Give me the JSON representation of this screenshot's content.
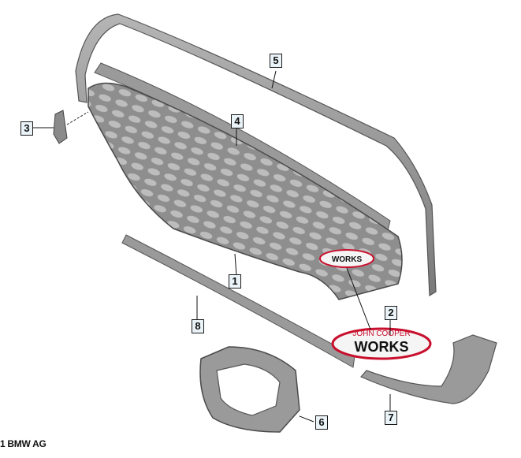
{
  "callouts": {
    "p1": "1",
    "p2": "2",
    "p3": "3",
    "p4": "4",
    "p5": "5",
    "p6": "6",
    "p7": "7",
    "p8": "8"
  },
  "badge": {
    "line1": "JOHN COOPER",
    "line2": "WORKS"
  },
  "copyright": "1 BMW AG",
  "colors": {
    "part_fill": "#9a9a9a",
    "part_dark": "#6e6e6e",
    "badge_red": "#c8102e"
  }
}
